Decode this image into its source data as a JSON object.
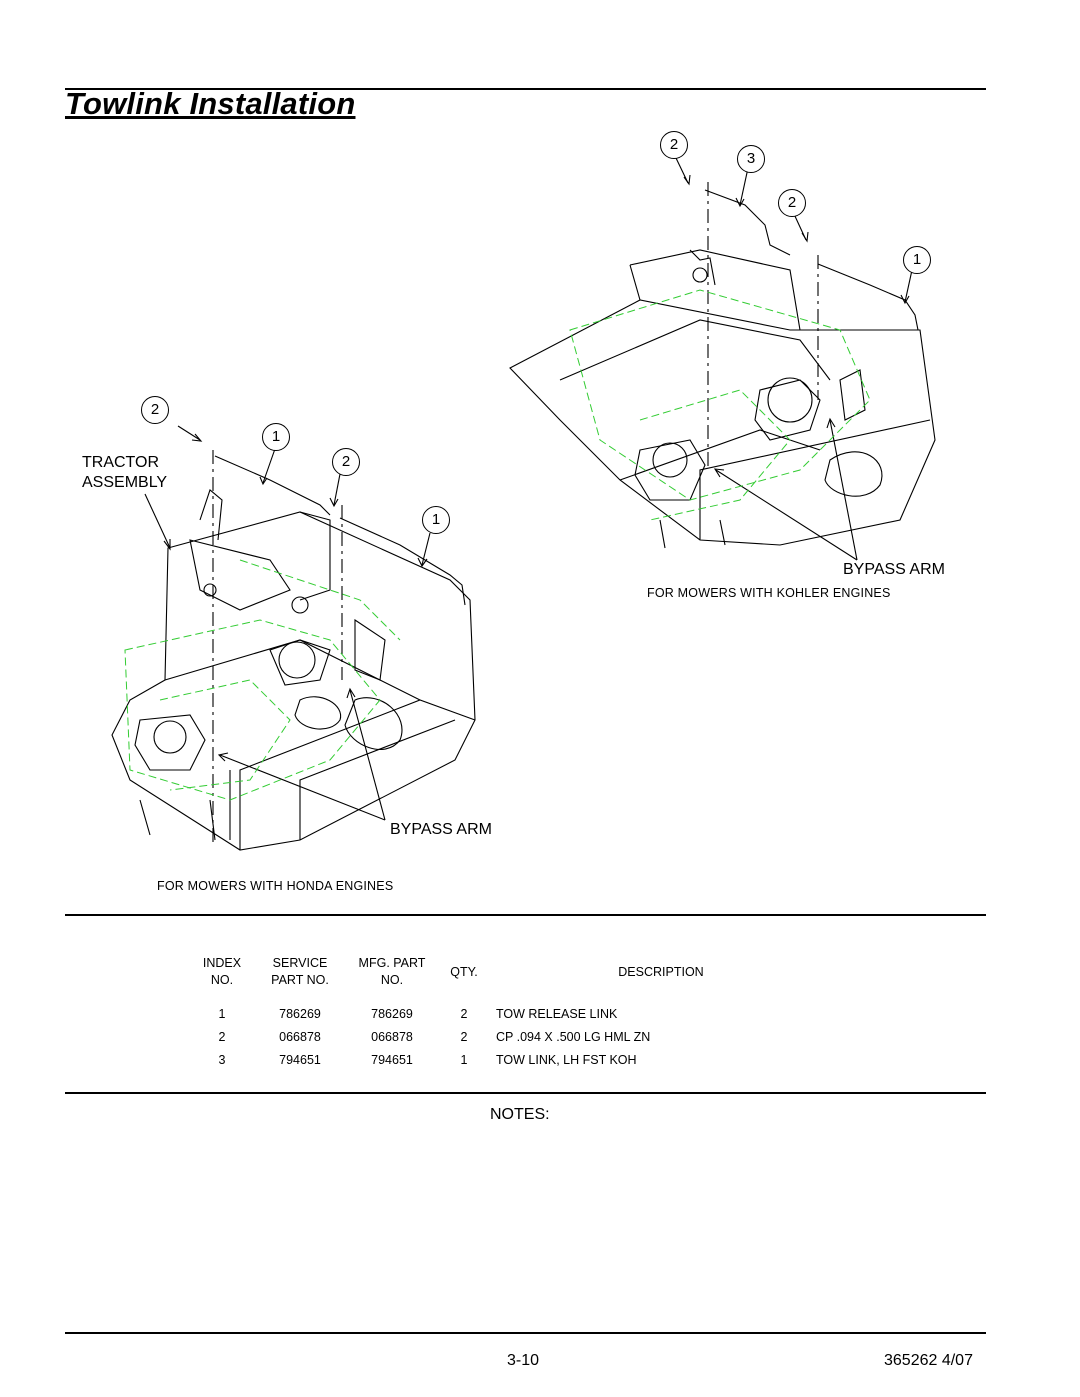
{
  "page": {
    "title": "Towlink Installation",
    "notes_label": "NOTES:",
    "page_number": "3-10",
    "doc_code": "365262 4/07"
  },
  "diagram_honda": {
    "callouts": [
      "2",
      "1",
      "2",
      "1"
    ],
    "tractor_label_line1": "TRACTOR",
    "tractor_label_line2": "ASSEMBLY",
    "bypass_label": "BYPASS ARM",
    "caption": "FOR MOWERS WITH HONDA ENGINES"
  },
  "diagram_kohler": {
    "callouts": [
      "2",
      "3",
      "2",
      "1"
    ],
    "bypass_label": "BYPASS ARM",
    "caption": "FOR MOWERS WITH KOHLER ENGINES"
  },
  "parts_table": {
    "headers": {
      "index_line1": "INDEX",
      "index_line2": "NO.",
      "service_line1": "SERVICE",
      "service_line2": "PART NO.",
      "mfg_line1": "MFG. PART",
      "mfg_line2": "NO.",
      "qty": "QTY.",
      "description": "DESCRIPTION"
    },
    "rows": [
      {
        "index": "1",
        "service": "786269",
        "mfg": "786269",
        "qty": "2",
        "description": "TOW RELEASE LINK"
      },
      {
        "index": "2",
        "service": "066878",
        "mfg": "066878",
        "qty": "2",
        "description": "CP .094 X .500 LG HML ZN"
      },
      {
        "index": "3",
        "service": "794651",
        "mfg": "794651",
        "qty": "1",
        "description": "TOW LINK, LH FST KOH"
      }
    ]
  },
  "colors": {
    "line": "#000000",
    "hidden_parts": "#33cc33"
  }
}
